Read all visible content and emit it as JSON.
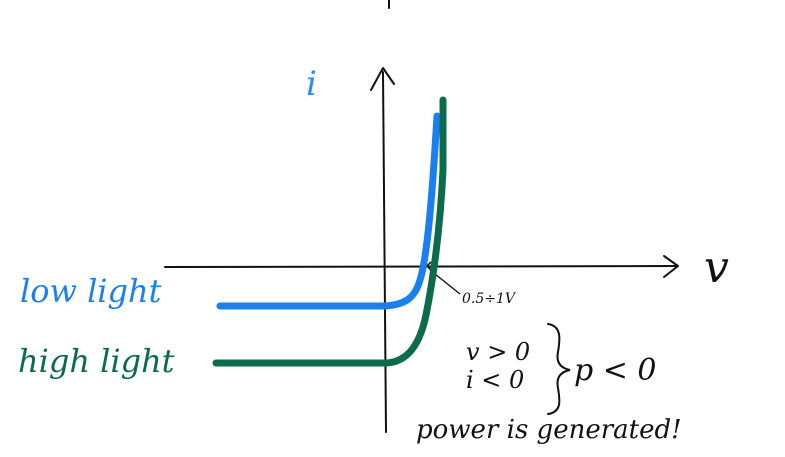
{
  "labels": {
    "current_axis": "i",
    "voltage_axis": "v",
    "tick_annotation": "0.5÷1V",
    "low_light": "low light",
    "high_light": "high light",
    "condition_v": "v > 0",
    "condition_i": "i < 0",
    "power_sign": "p < 0",
    "power_note": "power is generated!"
  },
  "colors": {
    "low_light": "#1a7ff0",
    "high_light": "#0b6b4a",
    "ink": "#111111",
    "current_label": "#2a8cef"
  }
}
